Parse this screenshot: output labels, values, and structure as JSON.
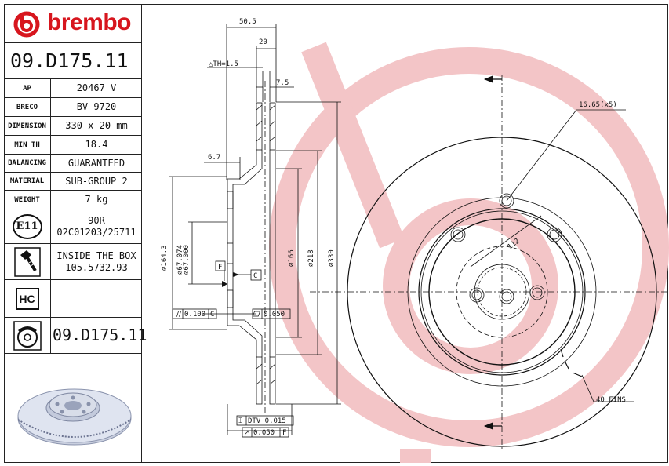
{
  "logo": {
    "brand": "brembo",
    "color": "#d7161e"
  },
  "part_number": "09.D175.11",
  "specs": [
    {
      "label": "AP",
      "value": "20467 V"
    },
    {
      "label": "BRECO",
      "value": "BV 9720"
    },
    {
      "label": "DIMENSION",
      "value": "330 x 20 mm"
    },
    {
      "label": "MIN TH",
      "value": "18.4"
    },
    {
      "label": "BALANCING",
      "value": "GUARANTEED"
    },
    {
      "label": "MATERIAL",
      "value": "SUB-GROUP 2"
    },
    {
      "label": "WEIGHT",
      "value": "7 kg"
    }
  ],
  "approval": {
    "icon": "E11",
    "line1": "90R",
    "line2": "02C01203/25711"
  },
  "screws": {
    "icon": "screw-icon",
    "line1": "INSIDE THE BOX",
    "line2": "105.5732.93"
  },
  "hc": {
    "icon": "HC"
  },
  "product": {
    "icon": "disc-pad-icon",
    "value": "09.D175.11"
  },
  "dims": {
    "d505": "50.5",
    "d20": "20",
    "th": "△TH=1.5",
    "d75": "7.5",
    "d67": "6.7",
    "d1643": "⌀164.3",
    "d67074": "⌀67.074",
    "d67000": "⌀67.000",
    "d166": "⌀166",
    "d218": "⌀218",
    "d330": "⌀330",
    "datumF": "F",
    "datumC": "C",
    "tol1_val": "0.100",
    "tol1_ref": "C",
    "tol2_val": "0.050",
    "dtv": "DTV 0.015",
    "tol3_val": "0.050",
    "tol3_ref": "F",
    "holes": "16.65(x5)",
    "pcd": "112",
    "fins": "40 FINS"
  }
}
